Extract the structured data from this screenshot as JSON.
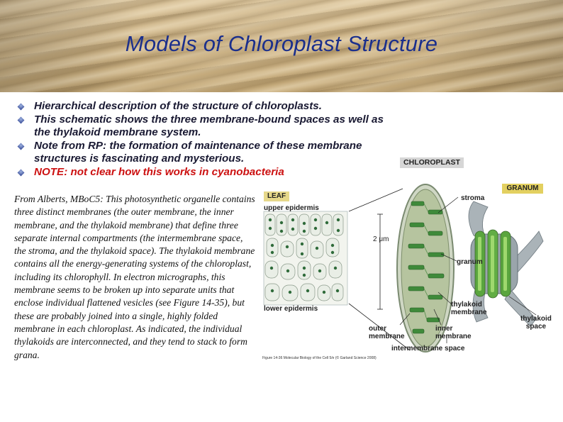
{
  "slide": {
    "title": "Models  of Chloroplast Structure",
    "bullets": [
      {
        "text": "Hierarchical description of the structure of chloroplasts.",
        "color": "#1a1a33"
      },
      {
        "text": "This schematic shows the three membrane-bound spaces as well as the thylakoid membrane system.",
        "color": "#1a1a33"
      },
      {
        "text": "Note from RP: the formation of maintenance of these membrane structures is fascinating and mysterious.",
        "color": "#1a1a33"
      },
      {
        "text": "NOTE: not clear how this works in cyanobacteria",
        "color": "#cc1111"
      }
    ],
    "quote": "From Alberts, MBoC5: This photosynthetic organelle contains three distinct membranes (the outer membrane, the inner membrane, and the thylakoid membrane) that define three separate internal compartments (the intermembrane space, the stroma, and the thylakoid space). The thylakoid membrane contains all the energy-generating systems of the chloroplast, including its chlorophyll. In electron micrographs, this membrane seems to be broken up into separate units that enclose individual flattened vesicles (see Figure 14-35), but these are probably joined into a single, highly folded membrane in each chloroplast. As indicated, the individual thylakoids are interconnected, and they tend to stack to form grana."
  },
  "figure": {
    "chloroplast_tag": "CHLOROPLAST",
    "granum_tag": "GRANUM",
    "leaf_tag": "LEAF",
    "upper_epidermis": "upper epidermis",
    "lower_epidermis": "lower epidermis",
    "scale": "2 μm",
    "stroma": "stroma",
    "granum": "granum",
    "thylakoid_membrane": [
      "thylakoid",
      "membrane"
    ],
    "outer_membrane": [
      "outer",
      "membrane"
    ],
    "inner_membrane": [
      "inner",
      "membrane"
    ],
    "intermembrane_space": "intermembrane space",
    "thylakoid_space": [
      "thylakoid",
      "space"
    ],
    "caption": "Figure 14-36  Molecular Biology of the Cell 5/e (© Garland Science 2008)"
  },
  "colors": {
    "title": "#1b2f8c",
    "accent_red": "#cc1111"
  }
}
